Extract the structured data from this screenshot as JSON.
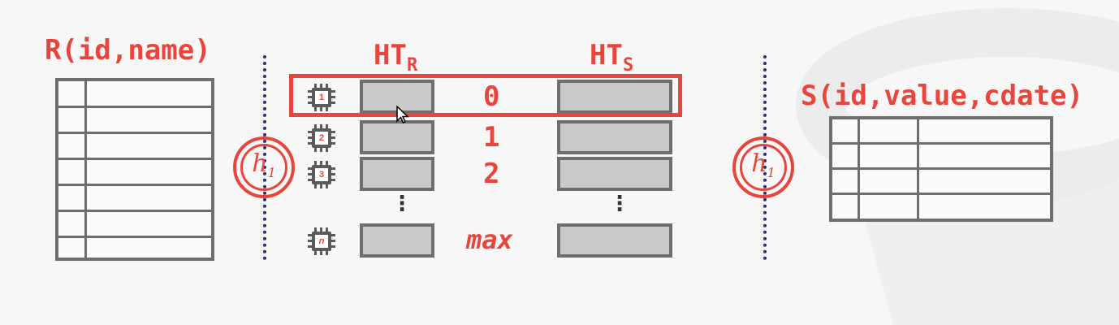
{
  "table_r": {
    "title": "R(id,name)",
    "rows": 7
  },
  "table_s": {
    "title": "S(id,value,cdate)",
    "rows": 4
  },
  "hash_tables": {
    "left_title": "HT",
    "left_sub": "R",
    "right_title": "HT",
    "right_sub": "S"
  },
  "hash_function": {
    "name": "h",
    "sub": "1"
  },
  "partitions": [
    {
      "index": "0",
      "core": "1"
    },
    {
      "index": "1",
      "core": "2"
    },
    {
      "index": "2",
      "core": "3"
    },
    {
      "index": "max",
      "core": "n"
    }
  ],
  "ellipsis": "⋮",
  "colors": {
    "accent": "#e8453c",
    "slot_fill": "#c9c9c9",
    "border": "#6e6e6e",
    "divider": "#2b2f6b"
  }
}
